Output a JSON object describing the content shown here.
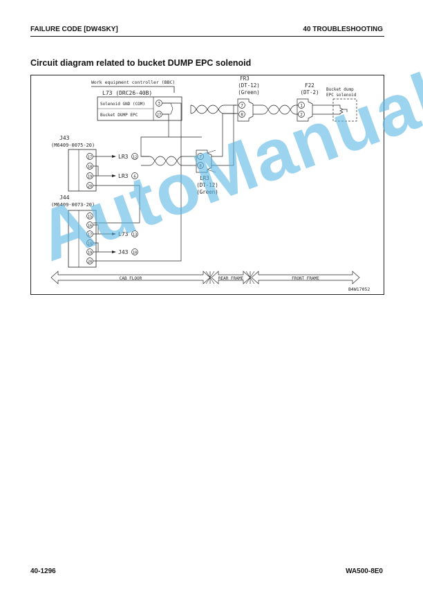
{
  "header": {
    "left": "FAILURE CODE [DW4SKY]",
    "right": "40 TROUBLESHOOTING"
  },
  "section_title": "Circuit diagram related to bucket DUMP EPC solenoid",
  "diagram": {
    "controller_title": "Work equipment controller (BBC)",
    "l73_label": "L73 (DRC26-40B)",
    "l73_rows": [
      {
        "label": "Solenoid GND (COM)",
        "pin": "3"
      },
      {
        "label": "Bucket DUMP EPC",
        "pin": "27"
      }
    ],
    "j43_name": "J43",
    "j43_part": "(M6409-0075-20)",
    "j43_pins": [
      "17",
      "18",
      "19",
      "20"
    ],
    "j43_refs": [
      {
        "text": "LR3",
        "pin": "12"
      },
      {
        "text": "LR3",
        "pin": "6"
      }
    ],
    "j44_name": "J44",
    "j44_part": "(M6409-0073-20)",
    "j44_pins": [
      "15",
      "16",
      "17",
      "18",
      "19",
      "20"
    ],
    "j44_refs": [
      {
        "text": "L73",
        "pin": "13"
      },
      {
        "text": "J43",
        "pin": "10"
      }
    ],
    "lr3": {
      "pins": [
        "7",
        "8"
      ],
      "name": "LR3",
      "type": "(DT-12)",
      "color": "(Green)"
    },
    "fr3": {
      "pins": [
        "7",
        "8"
      ],
      "name": "FR3",
      "type": "(DT-12)",
      "color": "(Green)"
    },
    "f22": {
      "pins": [
        "1",
        "2"
      ],
      "name": "F22",
      "type": "(DT-2)"
    },
    "solenoid_label_1": "Bucket dump",
    "solenoid_label_2": "EPC solenoid",
    "zones": [
      "CAB FLOOR",
      "REAR FRAME",
      "FRONT FRAME"
    ],
    "drawing_code": "B4W17052"
  },
  "watermark": "AutoManual",
  "footer": {
    "left": "40-1296",
    "right": "WA500-8E0"
  }
}
